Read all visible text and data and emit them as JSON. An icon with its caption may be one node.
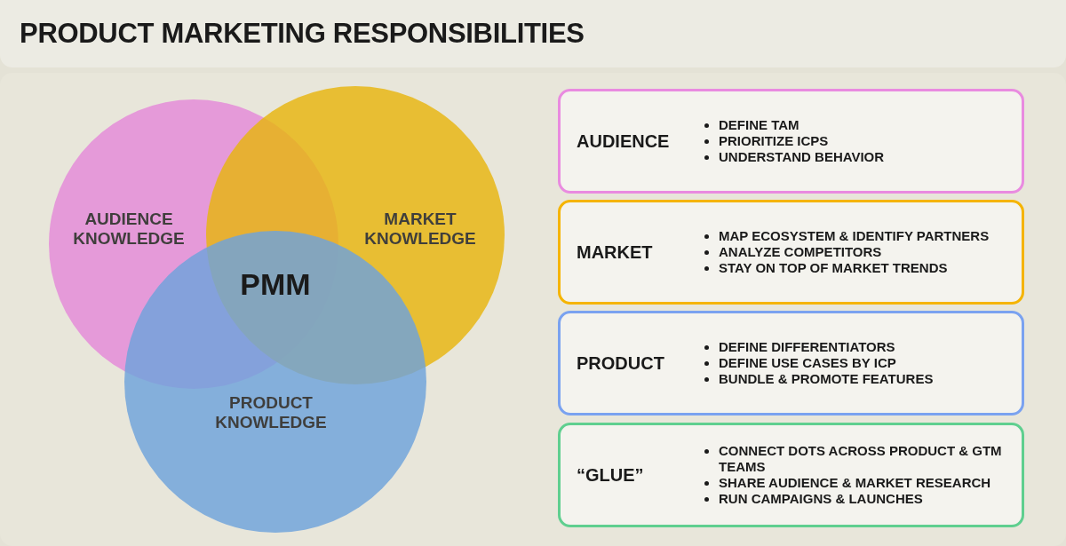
{
  "diagram": {
    "title": "PRODUCT MARKETING RESPONSIBILITIES",
    "nodes": [
      {
        "text": [
          "AUDIENCE KNOWLEDGE"
        ]
      },
      {
        "text": [
          "MARKET KNOWLEDGE"
        ]
      },
      {
        "text": [
          "PRODUCT KNOWLEDGE"
        ]
      },
      {
        "text": [
          "AUDIENCE",
          "DEFINE TAM",
          "PRIORITIZE ICPS",
          "UNDERSTAND BEHAVIOR"
        ]
      },
      {
        "text": [
          "MARKET",
          "MAP ECOSYSTEM & IDENTIFY PARTNERS",
          "ANALYZE COMPETITORS",
          "STAY ON TOP OF MARKET TRENDS"
        ]
      },
      {
        "text": [
          "PRODUCT",
          "DEFINE DIFFERENTIATORS",
          "DEFINE USE CASES BY ICP",
          "BUNDLE & PROMOTE FEATURES"
        ]
      },
      {
        "text": [
          "“GLUE”",
          "CONNECT DOTS ACROSS PRODUCT & GTM TEAMS",
          "SHARE AUDIENCE & MARKET RESEARCH",
          "RUN CAMPAIGNS & LAUNCHES"
        ]
      }
    ],
    "edges": [],
    "labels": [
      "PMM"
    ]
  }
}
